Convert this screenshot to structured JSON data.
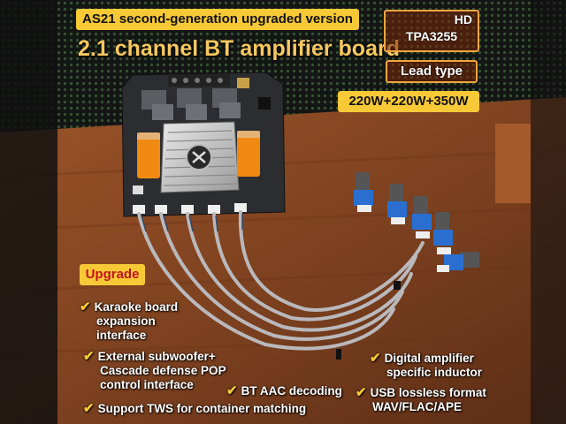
{
  "header": {
    "subtitle": "AS21 second-generation upgraded version",
    "title": "2.1 channel BT amplifier board"
  },
  "specs": {
    "hd": "HD",
    "chip": "TPA3255",
    "lead_type": "Lead type",
    "power": "220W+220W+350W"
  },
  "upgrade": {
    "label": "Upgrade"
  },
  "features": {
    "karaoke": [
      "Karaoke board",
      "expansion",
      "interface"
    ],
    "subwoofer": [
      "External subwoofer+",
      "Cascade defense POP",
      "control interface"
    ],
    "aac": "BT AAC decoding",
    "tws": "Support TWS for container matching",
    "inductor": [
      "Digital amplifier",
      "specific inductor"
    ],
    "usb": [
      "USB lossless format",
      "WAV/FLAC/APE"
    ]
  },
  "icons": {
    "check": "check-mark-icon"
  },
  "colors": {
    "accent_yellow": "#f7c936",
    "spec_border": "#f2a640",
    "board": "#2b2d30",
    "wood": "#8a4a22"
  }
}
